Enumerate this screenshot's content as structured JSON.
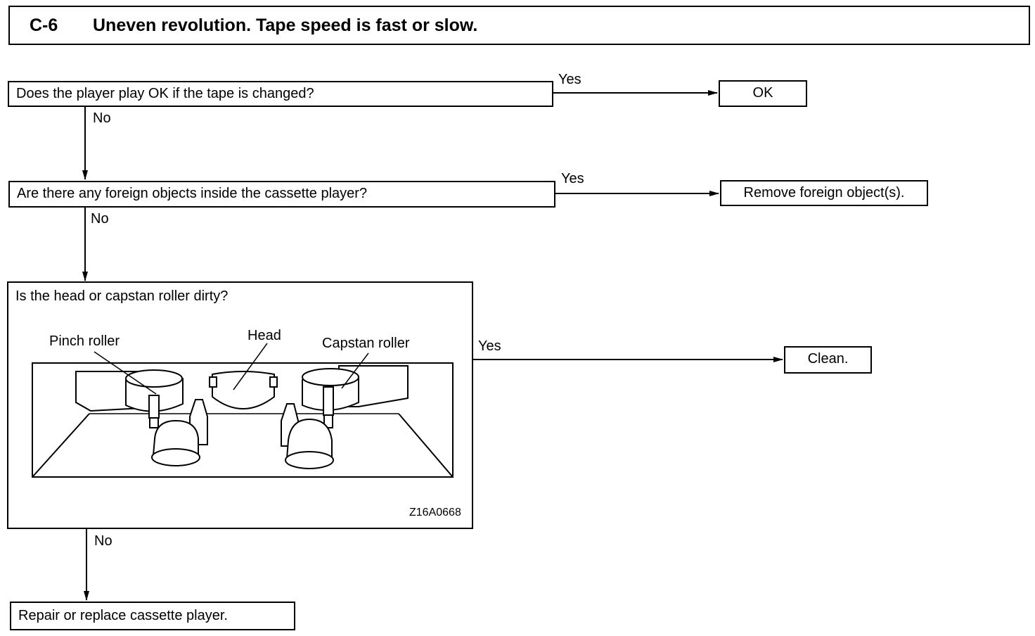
{
  "header": {
    "code": "C-6",
    "title": "Uneven revolution. Tape speed is fast or slow."
  },
  "steps": [
    {
      "question": "Does the player play OK if the tape is changed?",
      "yes_label": "Yes",
      "no_label": "No",
      "yes_result": "OK"
    },
    {
      "question": "Are there any foreign objects inside the cassette player?",
      "yes_label": "Yes",
      "no_label": "No",
      "yes_result": "Remove foreign object(s)."
    },
    {
      "question": "Is the head or capstan roller dirty?",
      "yes_label": "Yes",
      "no_label": "No",
      "yes_result": "Clean."
    }
  ],
  "figure": {
    "labels": {
      "pinch": "Pinch roller",
      "head": "Head",
      "capstan": "Capstan roller"
    },
    "code": "Z16A0668"
  },
  "final": "Repair or replace cassette player."
}
